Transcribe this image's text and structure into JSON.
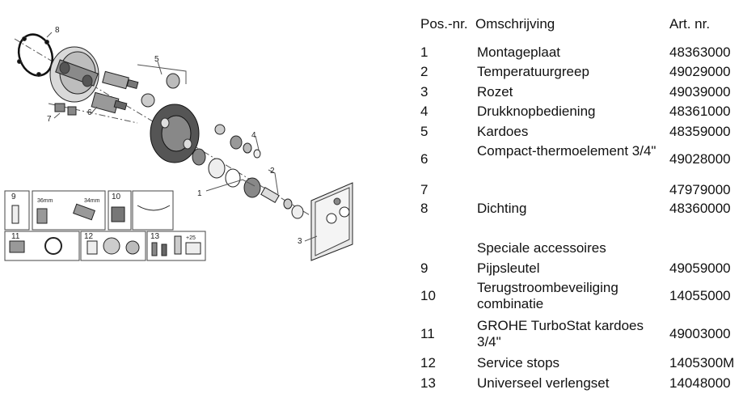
{
  "table": {
    "headers": {
      "pos": "Pos.-nr.",
      "desc": "Omschrijving",
      "art": "Art. nr."
    },
    "rows": [
      {
        "pos": "1",
        "desc": "Montageplaat",
        "art": "48363000"
      },
      {
        "pos": "2",
        "desc": "Temperatuurgreep",
        "art": "49029000"
      },
      {
        "pos": "3",
        "desc": "Rozet",
        "art": "49039000"
      },
      {
        "pos": "4",
        "desc": "Drukknopbediening",
        "art": "48361000"
      },
      {
        "pos": "5",
        "desc": "Kardoes",
        "art": "48359000"
      },
      {
        "pos": "6",
        "desc": "Compact-thermoelement 3/4\"",
        "art": "49028000"
      },
      {
        "pos": "7",
        "desc": "",
        "art": "47979000"
      },
      {
        "pos": "8",
        "desc": "Dichting",
        "art": "48360000"
      }
    ],
    "section_title": "Speciale accessoires",
    "accessory_rows": [
      {
        "pos": "9",
        "desc": "Pijpsleutel",
        "art": "49059000"
      },
      {
        "pos": "10",
        "desc": "Terugstroombeveiliging combinatie",
        "art": "14055000"
      },
      {
        "pos": "11",
        "desc": "GROHE TurboStat kardoes 3/4\"",
        "art": "49003000"
      },
      {
        "pos": "12",
        "desc": "Service stops",
        "art": "1405300M"
      },
      {
        "pos": "13",
        "desc": "Universeel verlengset",
        "art": "14048000"
      }
    ]
  },
  "diagram": {
    "callouts": [
      "1",
      "2",
      "3",
      "4",
      "5",
      "6",
      "7",
      "8"
    ],
    "accessory_boxes": [
      "9",
      "10",
      "11",
      "12",
      "13"
    ],
    "box_texts": [
      "36mm",
      "34mm",
      "+25"
    ]
  }
}
